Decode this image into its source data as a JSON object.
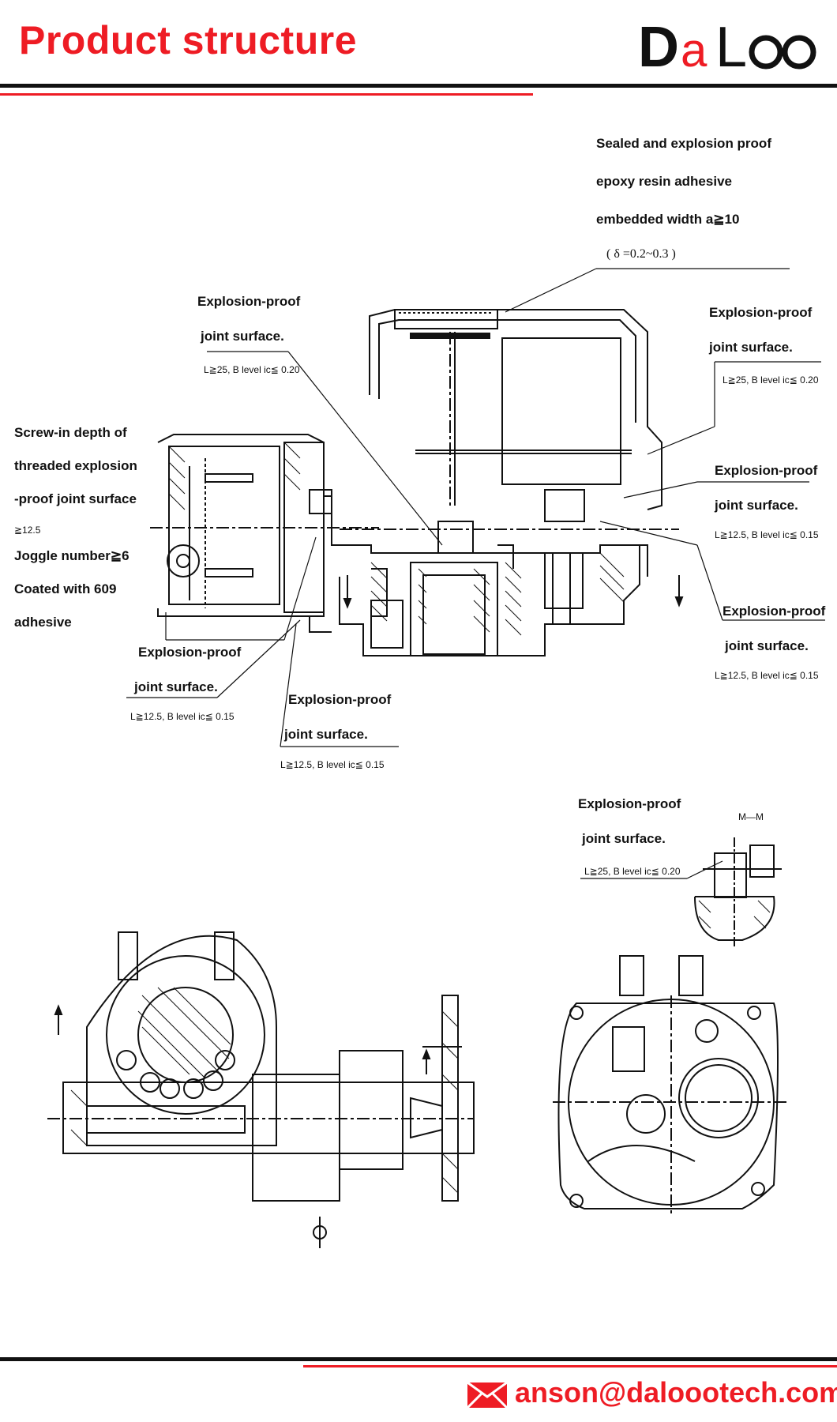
{
  "header": {
    "title": "Product structure",
    "logo_text": "DaLoo"
  },
  "labels": {
    "sealed_line1": "Sealed and explosion proof",
    "sealed_line2": "epoxy resin adhesive",
    "sealed_line3": "embedded width a≧10",
    "sealed_line4": "( δ =0.2~0.3 )",
    "top_left_line1": "Explosion-proof",
    "top_left_line2": "joint surface.",
    "top_left_spec": "L≧25, B level ic≦ 0.20",
    "top_right_line1": "Explosion-proof",
    "top_right_line2": "joint surface.",
    "top_right_spec": "L≧25, B level ic≦ 0.20",
    "screw_line1": "Screw-in depth of",
    "screw_line2": "threaded explosion",
    "screw_line3": "-proof joint surface",
    "screw_line4": "≧12.5",
    "screw_line5": "Joggle number≧6",
    "screw_line6": "Coated with 609",
    "screw_line7": "adhesive",
    "mid_right_line1": "Explosion-proof",
    "mid_right_line2": "joint surface.",
    "mid_right_spec": "L≧12.5, B level ic≦ 0.15",
    "low_right_line1": "Explosion-proof",
    "low_right_line2": "joint surface.",
    "low_right_spec": "L≧12.5, B level ic≦ 0.15",
    "low_left_line1": "Explosion-proof",
    "low_left_line2": "joint surface.",
    "low_left_spec": "L≧12.5, B level ic≦ 0.15",
    "low_mid_line1": "Explosion-proof",
    "low_mid_line2": "joint surface.",
    "low_mid_spec": "L≧12.5, B level ic≦ 0.15",
    "mm_line1": "Explosion-proof",
    "mm_line2": "joint surface.",
    "mm_spec": "L≧25, B level ic≦ 0.20",
    "mm_section": "M—M"
  },
  "footer": {
    "email": "anson@daloootech.com"
  },
  "colors": {
    "accent": "#ee1c24",
    "line": "#111111"
  },
  "icons": {
    "mail": "mail-icon"
  }
}
